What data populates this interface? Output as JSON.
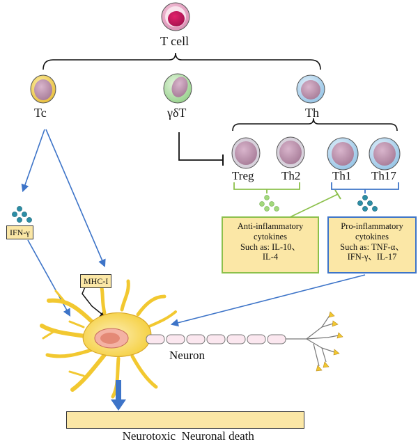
{
  "labels": {
    "t_cell": "T cell",
    "tc": "Tc",
    "gamma_delta_t": "γδT",
    "th": "Th",
    "treg": "Treg",
    "th2": "Th2",
    "th1": "Th1",
    "th17": "Th17",
    "ifn_gamma": "IFN-γ",
    "mhc_i": "MHC-I",
    "neuron": "Neuron"
  },
  "anti_box": {
    "line1": "Anti-inflammatory",
    "line2": "cytokines",
    "line3": "Such as: IL-10、",
    "line4": "IL-4"
  },
  "pro_box": {
    "line1": "Pro-inflammatory",
    "line2": "cytokines",
    "line3": "Such as: TNF-α、",
    "line4": "IFN-γ、IL-17"
  },
  "outcome": "Neurotoxic  Neuronal death",
  "colors": {
    "arrow_blue": "#3d74c8",
    "anti_green": "#8cc04b",
    "pro_blue": "#3d74c8",
    "box_fill": "#fbe7a6",
    "cytokine_teal": "#2c8ea6",
    "cytokine_green": "#8fcf66",
    "nucleus": "#b98aa8",
    "neuron_yellow": "#f7d63c"
  }
}
